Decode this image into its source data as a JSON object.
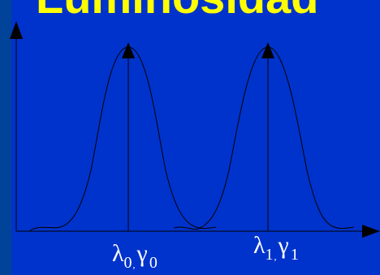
{
  "slide": {
    "title": "Luminosidad"
  },
  "labels": [
    {
      "symbol1": "λ",
      "sub1": "0",
      "sep": ",",
      "symbol2": "γ",
      "sub2": "0"
    },
    {
      "symbol1": "λ",
      "sub1": "1",
      "sep": ",",
      "symbol2": "γ",
      "sub2": "1"
    }
  ],
  "colors": {
    "background": "#0033cc",
    "stripe": "#004399",
    "title": "#ffff00",
    "lines": "#000000",
    "labels": "#ffffff"
  }
}
